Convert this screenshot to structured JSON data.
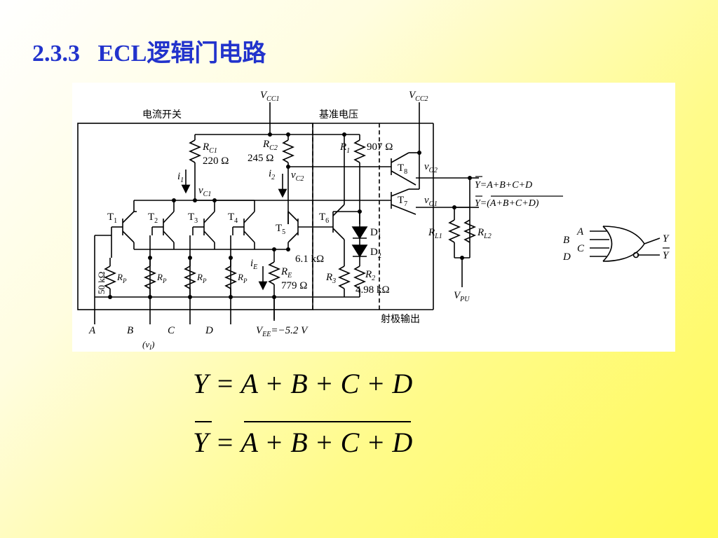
{
  "slide": {
    "title": "2.3.3   ECL逻辑门电路",
    "title_color": "#2233cc"
  },
  "circuit": {
    "vcc1": "V",
    "vcc1_sub": "CC1",
    "vcc2": "V",
    "vcc2_sub": "CC2",
    "section_current_switch": "电流开关",
    "section_reference": "基准电压",
    "section_emitter_output": "射极输出",
    "rc1": "R",
    "rc1_sub": "C1",
    "rc1_value": "220 Ω",
    "rc2": "R",
    "rc2_sub": "C2",
    "rc2_value": "245 Ω",
    "r1": "R",
    "r1_sub": "1",
    "r1_value": "907 Ω",
    "i1": "i",
    "i1_sub": "1",
    "i2": "i",
    "i2_sub": "2",
    "vc1": "v",
    "vc1_sub": "C1",
    "vc2": "v",
    "vc2_sub": "C2",
    "t1": "T",
    "t1_sub": "1",
    "t2": "T",
    "t2_sub": "2",
    "t3": "T",
    "t3_sub": "3",
    "t4": "T",
    "t4_sub": "4",
    "t5": "T",
    "t5_sub": "5",
    "t6": "T",
    "t6_sub": "6",
    "t7": "T",
    "t7_sub": "7",
    "t8": "T",
    "t8_sub": "8",
    "vo1": "v",
    "vo1_sub": "O1",
    "vo2": "v",
    "vo2_sub": "O2",
    "d1": "D",
    "d1_sub": "1",
    "d2": "D",
    "d2_sub": "2",
    "r61k": "6.1 kΩ",
    "re": "R",
    "re_sub": "E",
    "re_value": "779 Ω",
    "ie": "i",
    "ie_sub": "E",
    "r3": "R",
    "r3_sub": "3",
    "r2": "R",
    "r2_sub": "2",
    "r2_value": "4.98 kΩ",
    "rp": "R",
    "rp_sub": "P",
    "r50k": "50 kΩ",
    "rl1": "R",
    "rl1_sub": "L1",
    "rl2": "R",
    "rl2_sub": "L2",
    "vpu": "V",
    "vpu_sub": "PU",
    "vee": "V",
    "vee_sub": "EE",
    "vee_value": "=−5.2 V",
    "input_a": "A",
    "input_b": "B",
    "input_c": "C",
    "input_d": "D",
    "v1": "(v",
    "v1_sub": "I",
    "v1_close": ")",
    "out_y": "Y=A+B+C+D",
    "out_ybar_lhs": "Y",
    "out_ybar_rhs": "=(A+B+C+D)",
    "gate_a": "A",
    "gate_b": "B",
    "gate_c": "C",
    "gate_d": "D",
    "gate_y": "Y",
    "gate_ybar": "Y"
  },
  "equations": {
    "eq1": "Y = A + B + C + D",
    "eq2_lhs": "Y",
    "eq2_rhs": " = A + B + C + D"
  }
}
